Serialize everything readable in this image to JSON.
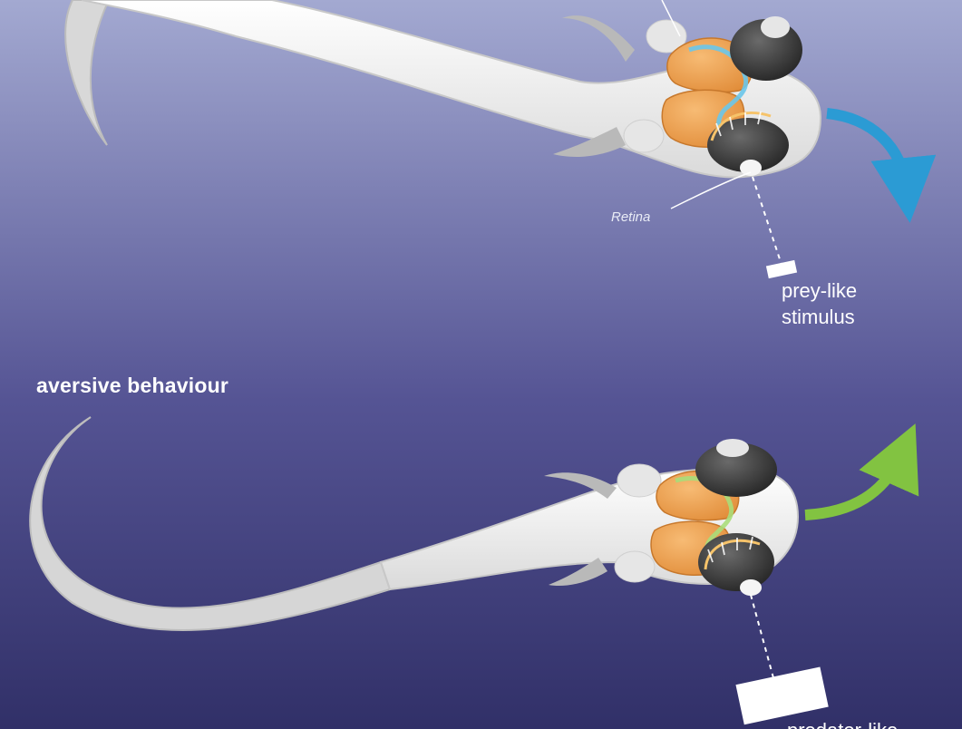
{
  "labels": {
    "aversive_behaviour": "aversive behaviour",
    "prey_stimulus_line1": "prey-like",
    "prey_stimulus_line2": "stimulus",
    "retina": "Retina",
    "predator_stimulus": "predator-like"
  },
  "colors": {
    "background_top": "#a3a9d1",
    "background_bottom": "#313068",
    "fish_body": "#f2f2f2",
    "eye": "#3e3e3e",
    "tectum": "#eea04f",
    "prey_arrow": "#2b9bd4",
    "predator_arrow": "#82c341",
    "retina_line": "#f6c36a"
  },
  "icons": {
    "prey_arrow": "curved-arrow-down-icon",
    "predator_arrow": "curved-arrow-up-icon",
    "stimulus": "rectangle-stimulus-icon"
  }
}
